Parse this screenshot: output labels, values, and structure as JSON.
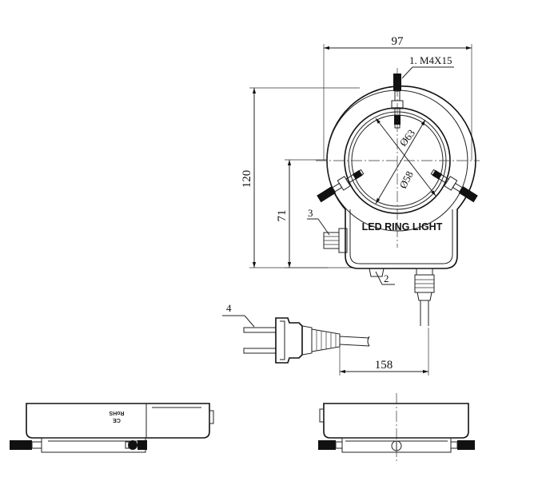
{
  "dimensions": {
    "width": "97",
    "height": "120",
    "lower_height": "71",
    "cable_length": "158",
    "outer_diameter": "Ø63",
    "inner_diameter": "Ø58"
  },
  "callouts": {
    "screw": "1. M4X15",
    "part2": "2",
    "part3": "3",
    "part4": "4"
  },
  "labels": {
    "product": "LED RING LIGHT",
    "rohs": "RoHS",
    "ce": "CE"
  }
}
